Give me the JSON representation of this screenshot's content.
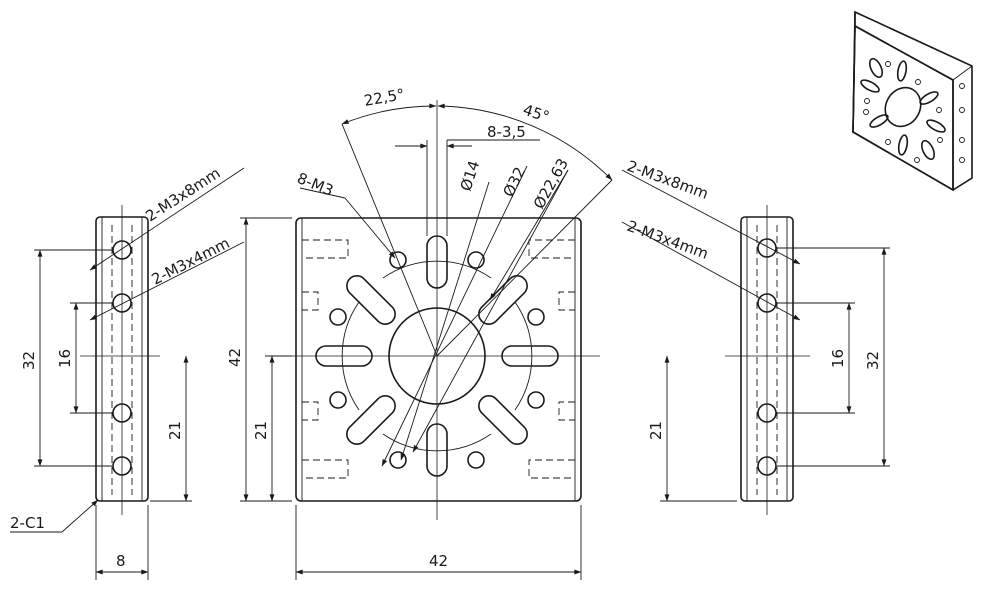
{
  "dimensions": {
    "angle_small": "22,5°",
    "angle_large": "45°",
    "slots": "8-3,5",
    "holes_m3": "8-M3",
    "dia_14": "Ø14",
    "dia_32": "Ø32",
    "dia_22_63": "Ø22,63",
    "width_42": "42",
    "height_42": "42",
    "offset_21_front": "21",
    "thickness_8": "8",
    "chamfer": "2-C1"
  },
  "left_side_view": {
    "thread_8": "2-M3x8mm",
    "thread_4": "2-M3x4mm",
    "span_32": "32",
    "span_16": "16",
    "offset_21": "21"
  },
  "right_side_view": {
    "thread_8": "2-M3x8mm",
    "thread_4": "2-M3x4mm",
    "span_32": "32",
    "span_16": "16",
    "offset_21": "21"
  }
}
